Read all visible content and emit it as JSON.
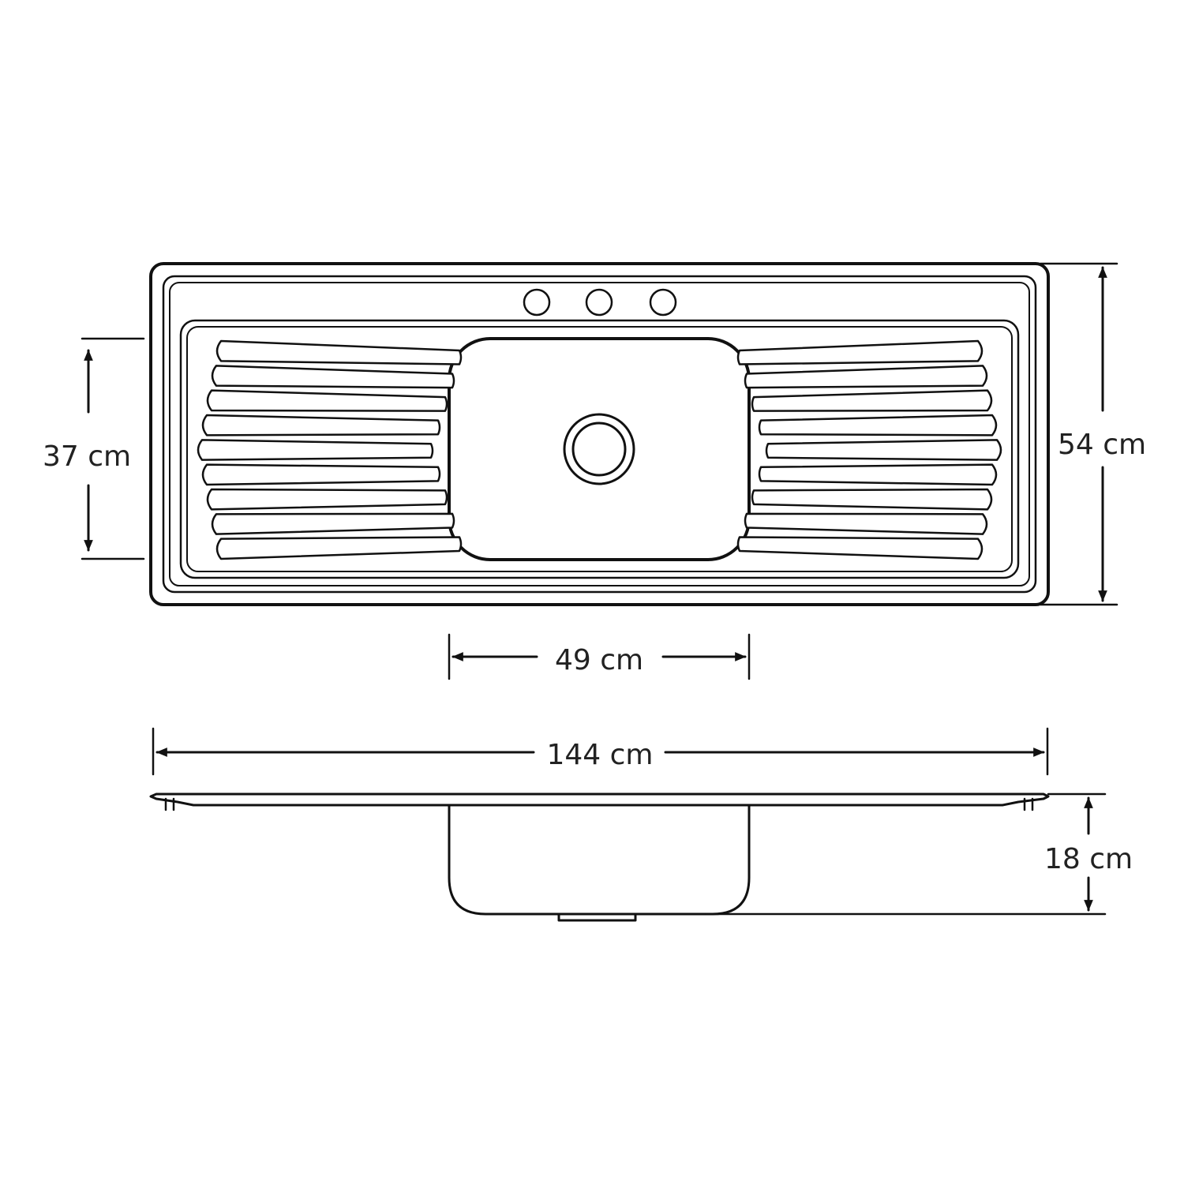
{
  "dimensions": {
    "height_top": "37 cm",
    "depth_total": "54 cm",
    "bowl_width": "49 cm",
    "total_width": "144 cm",
    "bowl_depth": "18 cm"
  },
  "features": {
    "tap_holes": 3,
    "drain_ribs_per_side": 9
  }
}
